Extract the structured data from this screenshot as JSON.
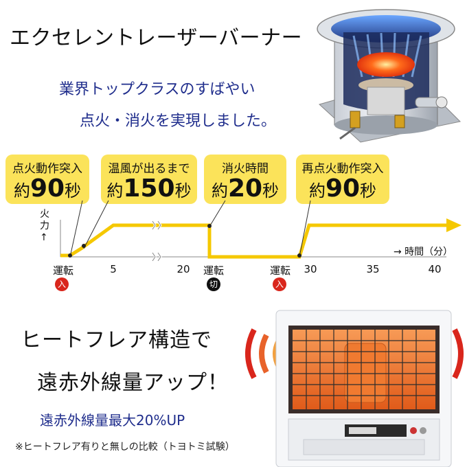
{
  "header": {
    "title": "エクセレントレーザーバーナー",
    "subtitle_line1": "業界トップクラスのすばやい",
    "subtitle_line2": "点火・消火を実現しました。"
  },
  "callouts": [
    {
      "label": "点火動作突入",
      "prefix": "約",
      "value": "90",
      "unit": "秒"
    },
    {
      "label": "温風が出るまで",
      "prefix": "約",
      "value": "150",
      "unit": "秒"
    },
    {
      "label": "消火時間",
      "prefix": "約",
      "value": "20",
      "unit": "秒"
    },
    {
      "label": "再点火動作突入",
      "prefix": "約",
      "value": "90",
      "unit": "秒"
    }
  ],
  "chart_data": {
    "type": "line",
    "ylabel": "火力↑",
    "xlabel": "→ 時間（分）",
    "x_ticks": [
      "5",
      "20",
      "30",
      "35",
      "40"
    ],
    "events": [
      {
        "label": "運転",
        "badge": "入",
        "badge_color": "#d9261c"
      },
      {
        "label": "運転",
        "badge": "切",
        "badge_color": "#111111"
      },
      {
        "label": "運転",
        "badge": "入",
        "badge_color": "#d9261c"
      }
    ],
    "line_color": "#f5c800",
    "axis_break": true
  },
  "footer": {
    "title_line1": "ヒートフレア構造で",
    "title_line2": "遠赤外線量アップ！",
    "highlight": "遠赤外線量最大20%UP",
    "note": "※ヒートフレア有りと無しの比較（トヨトミ試験）"
  }
}
